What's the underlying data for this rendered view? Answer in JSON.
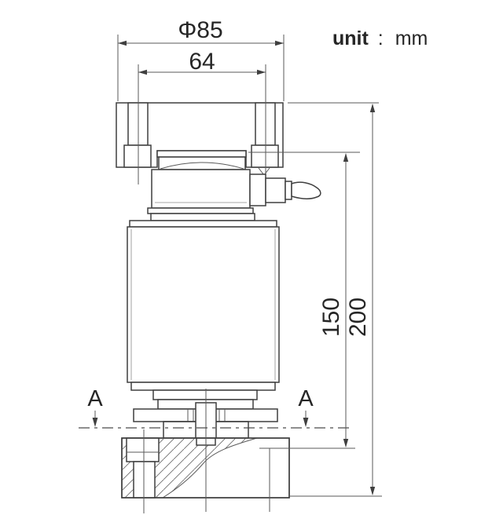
{
  "drawing": {
    "type": "engineering-dimension-drawing",
    "subject": "column load cell mounting assembly, sectional side view",
    "unit": {
      "label": "unit",
      "separator": ":",
      "value": "mm"
    },
    "dimensions": {
      "flange_diameter": {
        "text": "Φ85",
        "value": 85
      },
      "bolt_spacing": {
        "text": "64",
        "value": 64
      },
      "cell_height": {
        "text": "150",
        "value": 150
      },
      "overall_height": {
        "text": "200",
        "value": 200
      }
    },
    "section_markers": {
      "left": "A",
      "right": "A"
    },
    "colors": {
      "outline": "#3f3f3f",
      "thin_line": "#5a5a5a",
      "hatch": "#6e6e6e",
      "text": "#262626",
      "background": "#ffffff"
    }
  }
}
